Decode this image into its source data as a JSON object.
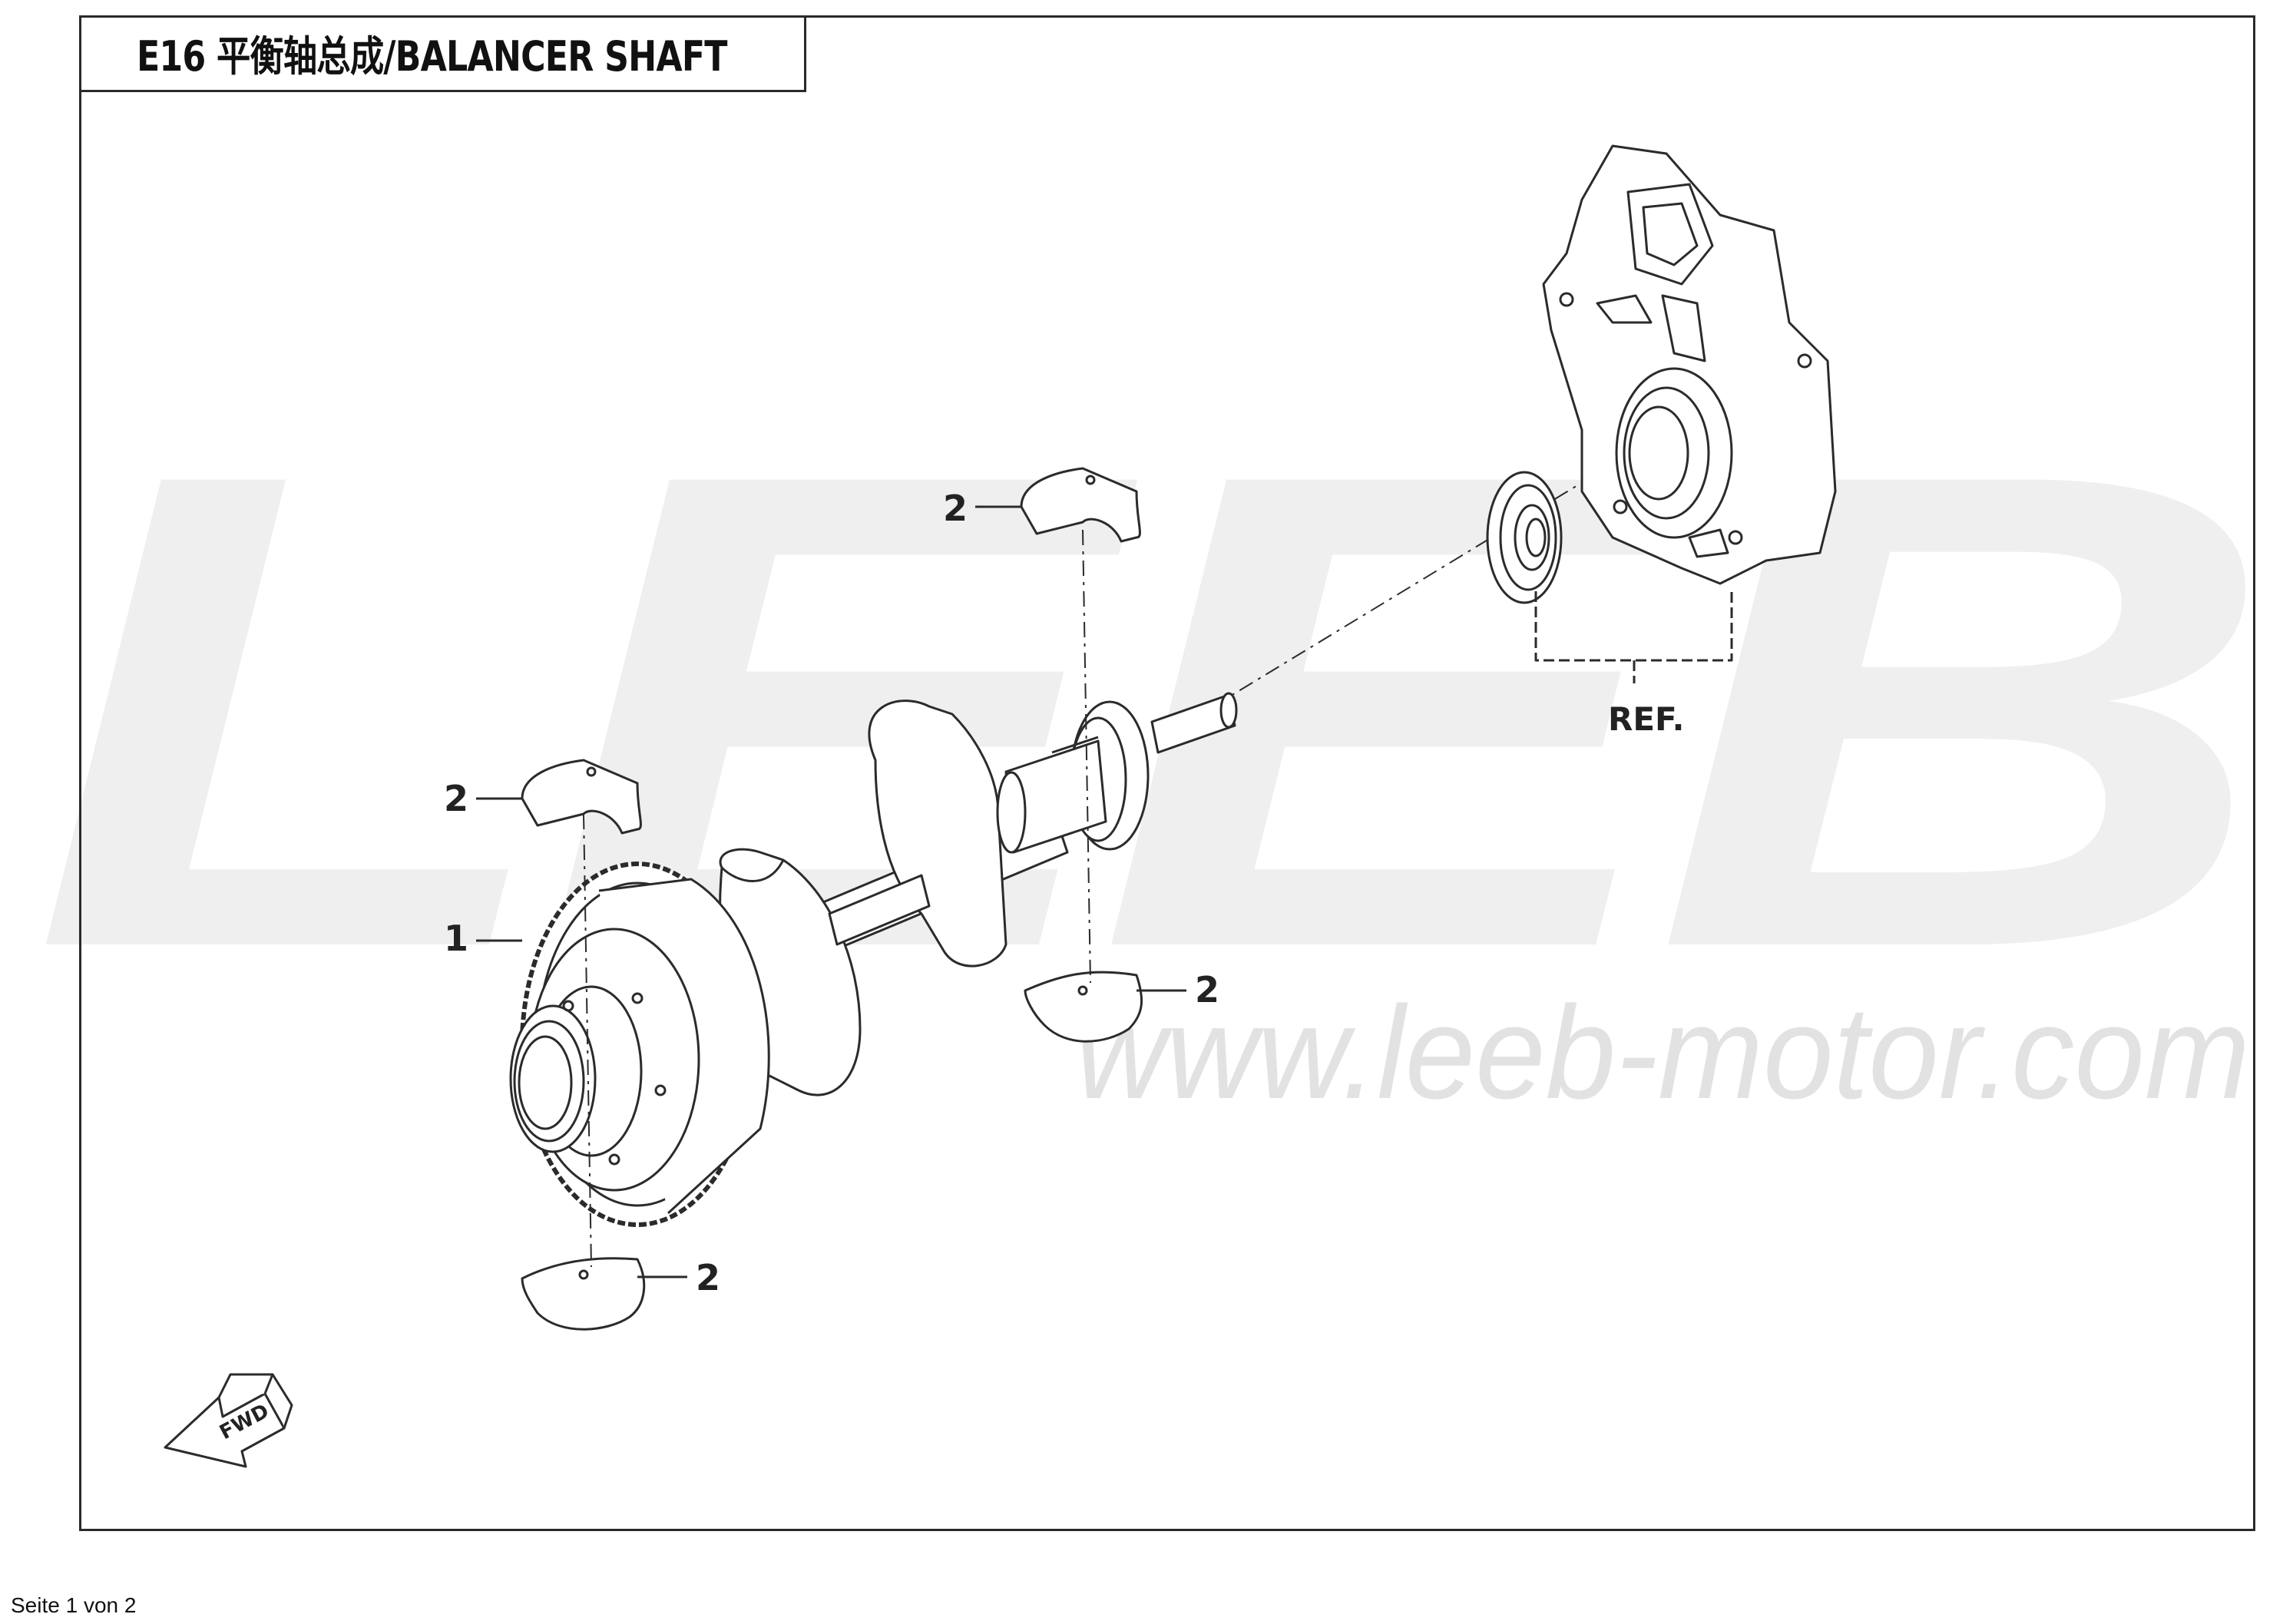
{
  "title": "E16 平衡轴总成/BALANCER SHAFT",
  "watermark": {
    "brand": "LEEB",
    "url": "www.leeb-motor.com"
  },
  "callouts": [
    {
      "id": "gear",
      "label": "1"
    },
    {
      "id": "bearing-upper-left",
      "label": "2"
    },
    {
      "id": "bearing-upper-right",
      "label": "2"
    },
    {
      "id": "bearing-lower-right",
      "label": "2"
    },
    {
      "id": "bearing-lower-left",
      "label": "2"
    }
  ],
  "reference_label": "REF.",
  "fwd_label": "FWD",
  "footer": "Seite 1 von 2",
  "colors": {
    "line": "#2b2b2b",
    "watermark": "#efefef",
    "background": "#ffffff"
  }
}
